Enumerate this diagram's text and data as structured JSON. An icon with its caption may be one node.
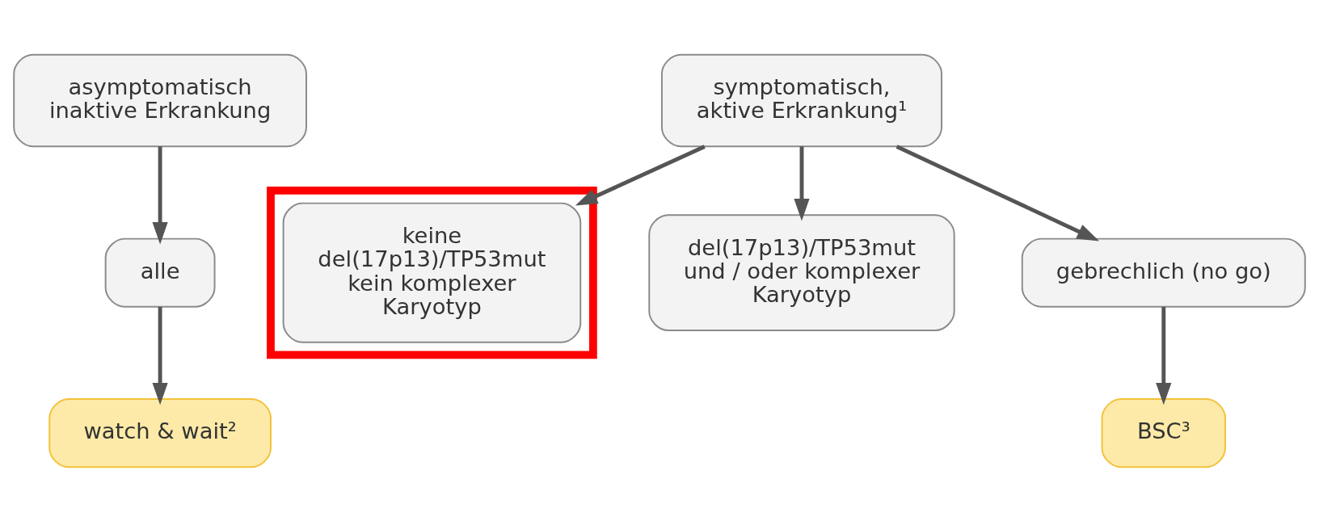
{
  "diagram": {
    "nodes": [
      {
        "text": [
          "asymptomatisch inaktive Erkrankung"
        ]
      },
      {
        "text": [
          "alle"
        ]
      },
      {
        "text": [
          "watch & wait²"
        ]
      },
      {
        "text": [
          "symptomatisch, aktive Erkrankung¹"
        ]
      },
      {
        "text": [],
        "shape": "box"
      },
      {
        "text": [
          "keine del(17p13)/TP53mut kein komplexer Karyotyp"
        ],
        "in": 4
      },
      {
        "text": [
          "del(17p13)/TP53mut und / oder komplexer Karyotyp"
        ]
      },
      {
        "text": [
          "gebrechlich (no go)"
        ]
      },
      {
        "text": [
          "BSC³"
        ]
      }
    ],
    "edges": [
      {
        "from": 0,
        "to": 1,
        "arrow": "to"
      },
      {
        "from": 1,
        "to": 2,
        "arrow": "to"
      },
      {
        "from": 3,
        "to": 5,
        "arrow": "to"
      },
      {
        "from": 3,
        "to": 6,
        "arrow": "to"
      },
      {
        "from": 3,
        "to": 7,
        "arrow": "to"
      },
      {
        "from": 7,
        "to": 8,
        "arrow": "to"
      }
    ]
  }
}
